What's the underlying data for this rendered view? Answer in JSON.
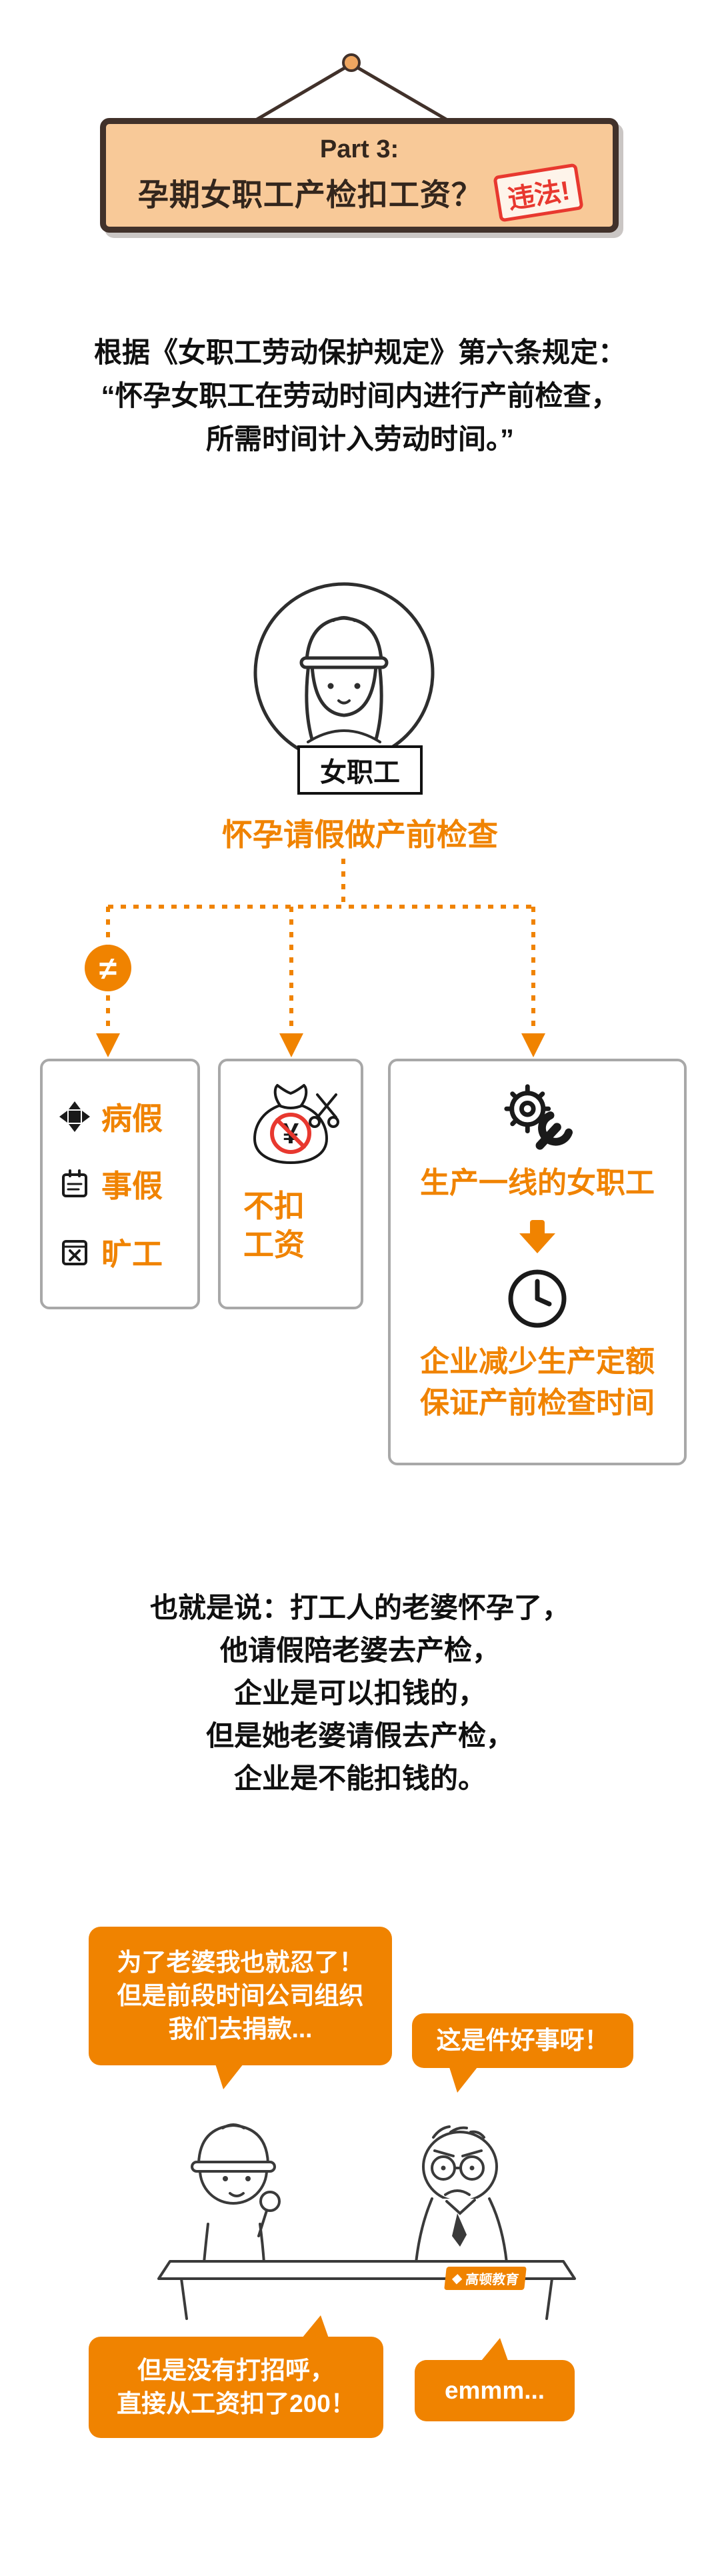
{
  "colors": {
    "accent_orange": "#F08300",
    "sign_bg": "#F8C998",
    "sign_border": "#41312A",
    "stamp_red": "#E8382F",
    "box_border": "#A8A8A8",
    "ink": "#111111"
  },
  "sign": {
    "part_label": "Part 3:",
    "title": "孕期女职工产检扣工资？",
    "stamp": "违法!"
  },
  "regulation": {
    "line1": "根据《女职工劳动保护规定》第六条规定：",
    "line2": "“怀孕女职工在劳动时间内进行产前检查，",
    "line3": "所需时间计入劳动时间。”"
  },
  "figure": {
    "label": "女职工",
    "caption": "怀孕请假做产前检查"
  },
  "flow": {
    "not_equal": "≠",
    "box1": {
      "items": [
        {
          "icon": "medical-cross-icon",
          "label": "病假"
        },
        {
          "icon": "calendar-icon",
          "label": "事假"
        },
        {
          "icon": "calendar-x-icon",
          "label": "旷工"
        }
      ]
    },
    "box2": {
      "money_symbol": "¥",
      "label_line1": "不扣",
      "label_line2": "工资"
    },
    "box3": {
      "line1": "生产一线的女职工",
      "line2a": "企业减少生产定额",
      "line2b": "保证产前检查时间"
    }
  },
  "summary": {
    "line1": "也就是说：打工人的老婆怀孕了，",
    "line2": "他请假陪老婆去产检，",
    "line3": "企业是可以扣钱的，",
    "line4": "但是她老婆请假去产检，",
    "line5": "企业是不能扣钱的。"
  },
  "comic": {
    "bubble1_line1": "为了老婆我也就忍了！",
    "bubble1_line2": "但是前段时间公司组织",
    "bubble1_line3": "我们去捐款...",
    "bubble2": "这是件好事呀！",
    "bubble3_line1": "但是没有打招呼，",
    "bubble3_line2": "直接从工资扣了200！",
    "bubble4": "emmm...",
    "logo_mark": "◆",
    "logo": "高顿教育"
  }
}
